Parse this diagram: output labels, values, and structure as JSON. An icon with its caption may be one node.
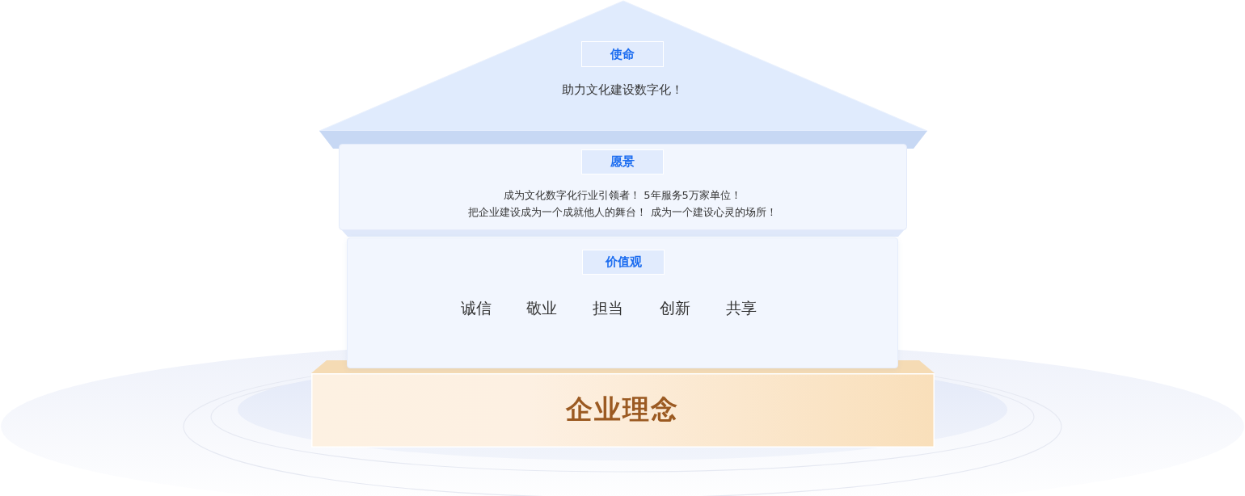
{
  "diagram": {
    "nodes": [
      {
        "text": [
          "助力文化建设数字化！"
        ]
      },
      {
        "text": [
          "使命"
        ],
        "in": 0
      },
      {
        "text": [
          "成为文化数字化行业引领者！ 5年服务5万家单位！",
          "把企业建设成为一个成就他人的舞台！ 成为一个建设心灵的场所！"
        ]
      },
      {
        "text": [
          "愿景"
        ],
        "in": 2
      },
      {
        "text": [
          "诚信",
          "敬业",
          "担当",
          "创新",
          "共享"
        ]
      },
      {
        "text": [
          "价值观"
        ],
        "in": 4
      },
      {
        "text": [
          "企业理念"
        ]
      }
    ]
  }
}
